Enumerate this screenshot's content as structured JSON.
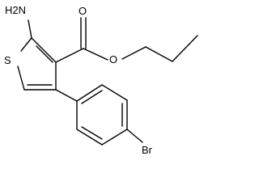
{
  "structure": {
    "labels": {
      "nh2": "H2N",
      "ring_s": "S",
      "carbonyl_o": "O",
      "ester_o": "O",
      "br": "Br"
    },
    "colors": {
      "bond": "#000000",
      "label": "#000000",
      "background": "#ffffff"
    }
  }
}
